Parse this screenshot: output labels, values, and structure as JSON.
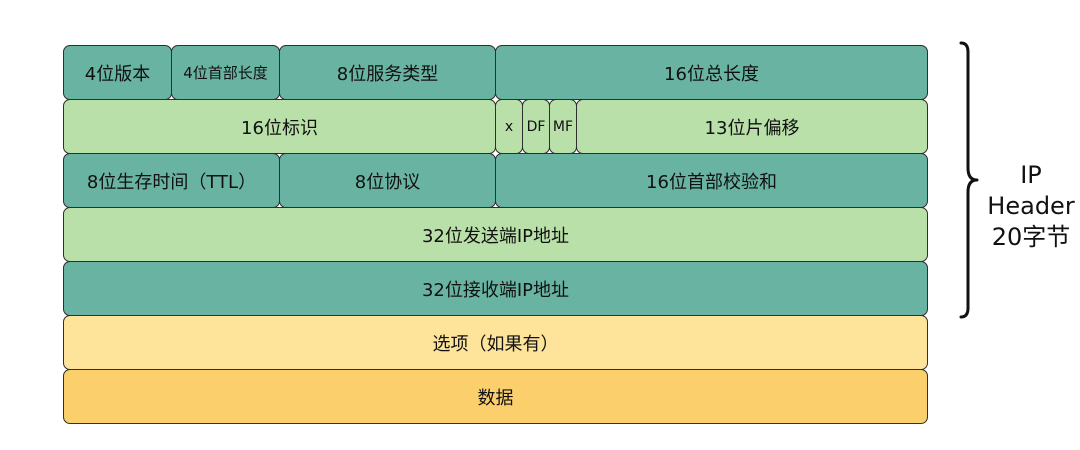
{
  "rows": [
    [
      "4位版本",
      "4位首部长度",
      "8位服务类型",
      "16位总长度"
    ],
    [
      "16位标识",
      "x",
      "DF",
      "MF",
      "13位片偏移"
    ],
    [
      "8位生存时间（TTL）",
      "8位协议",
      "16位首部校验和"
    ],
    [
      "32位发送端IP地址"
    ],
    [
      "32位接收端IP地址"
    ],
    [
      "选项（如果有）"
    ],
    [
      "数据"
    ]
  ],
  "brace_label": {
    "line1": "IP",
    "line2": "Header",
    "line3": "20字节"
  },
  "colors": {
    "teal": "#69b3a2",
    "green": "#b8e0a8",
    "options": "#fde49a",
    "data": "#fbcf6c"
  }
}
